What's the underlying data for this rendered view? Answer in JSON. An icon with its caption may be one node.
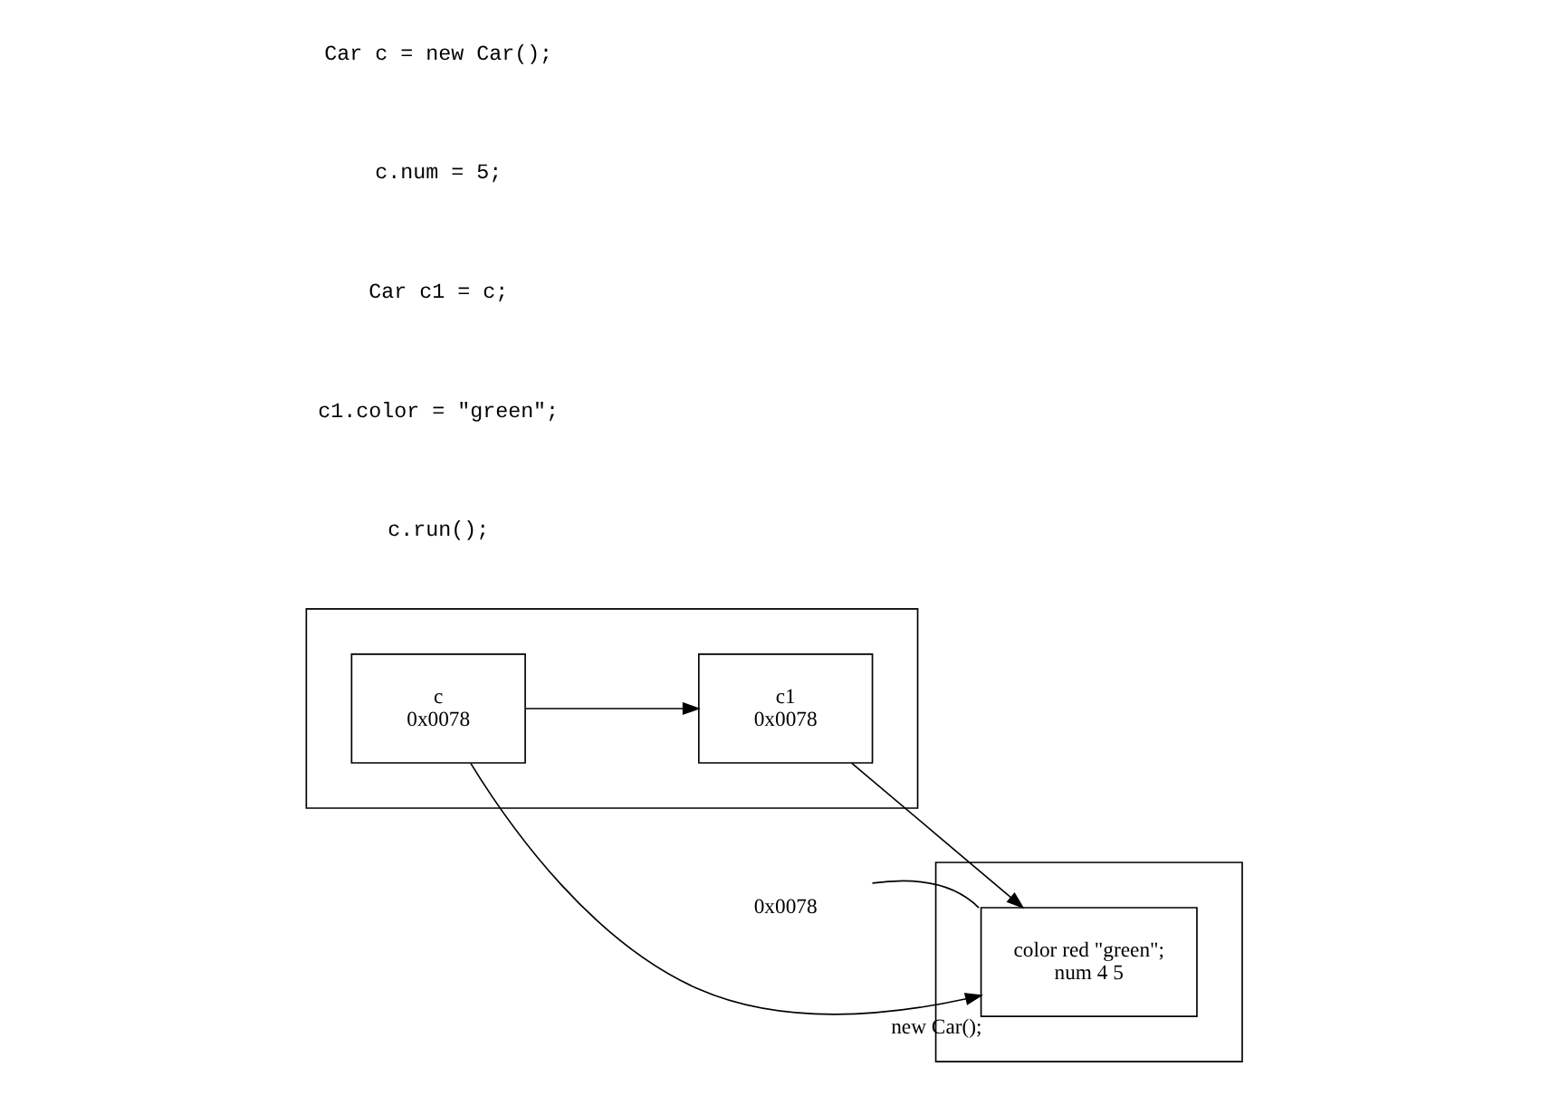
{
  "diagram": {
    "nodes": [
      {
        "text": [],
        "shape": "box"
      },
      {
        "text": [
          "c",
          "0x0078"
        ],
        "in": 0
      },
      {
        "text": [
          "c1",
          "0x0078"
        ],
        "in": 0
      },
      {
        "text": [],
        "shape": "box"
      },
      {
        "text": [
          "color red \"green\";",
          "num 4 5"
        ],
        "in": 3,
        "beside": [
          "new Car();"
        ]
      },
      {
        "text": [
          "0x0078"
        ]
      }
    ],
    "edges": [
      {
        "from": 1,
        "to": 2,
        "arrow": "to"
      },
      {
        "from": 1,
        "to": 4,
        "arrow": "to"
      },
      {
        "from": 2,
        "to": 4,
        "arrow": "to"
      },
      {
        "from": 5,
        "to": 4,
        "arrow": "none"
      }
    ],
    "labels": [
      "Car c = new Car();",
      "c.num = 5;",
      "Car c1 = c;",
      "c1.color = \"green\";",
      "c.run();"
    ]
  }
}
